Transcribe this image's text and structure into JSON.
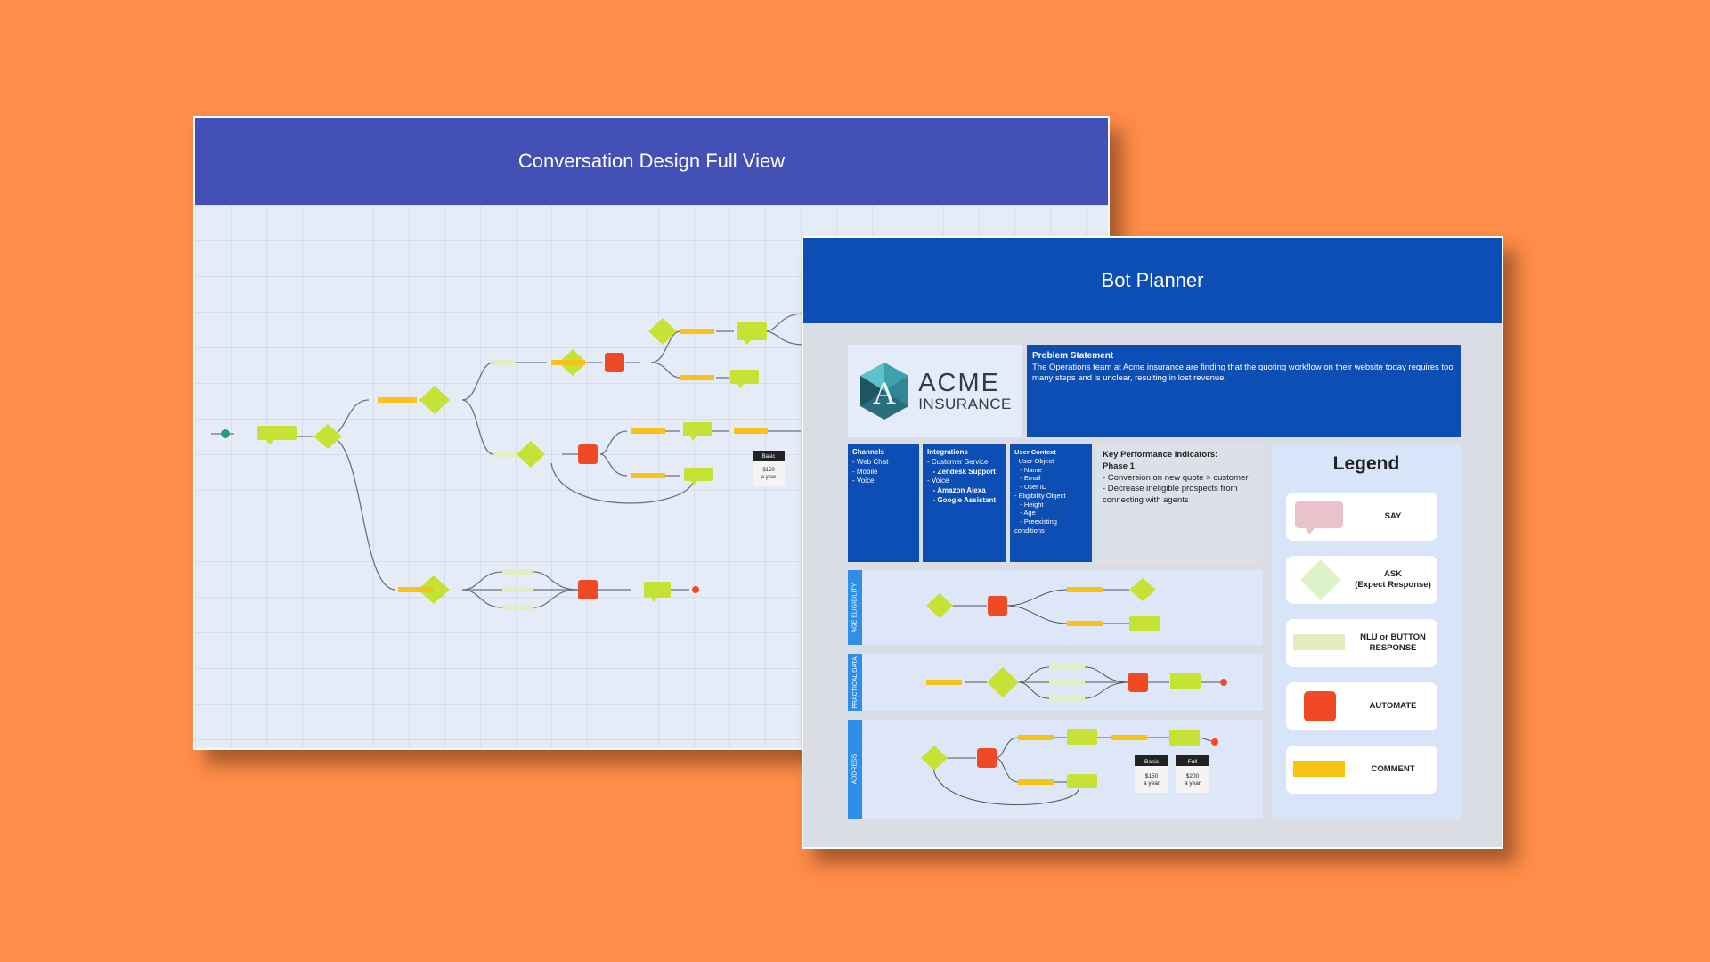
{
  "full_view": {
    "title": "Conversation Design Full View"
  },
  "planner": {
    "title": "Bot Planner",
    "logo": {
      "brand": "ACME",
      "sub": "INSURANCE",
      "letter": "A"
    },
    "problem": {
      "title": "Problem Statement",
      "text": " The Operations team at Acme insurance are finding that the quoting workflow on their website today requires too many steps and is unclear, resulting in lost revenue."
    },
    "channels": {
      "title": "Channels",
      "lines": [
        "- Web Chat",
        "- Mobile",
        "- Voice"
      ]
    },
    "integrations": {
      "title": "Integrations",
      "lines": [
        "- Customer Service",
        "   - Zendesk Support",
        "- Voice",
        "   - Amazon Alexa",
        "   - Google Assistant"
      ]
    },
    "user_context": {
      "title": "User Context",
      "lines": [
        "- User Object",
        "   - Name",
        "   - Email",
        "   - User ID",
        "- Eligibility Object",
        "   - Height",
        "   - Age",
        "   - Preexisting",
        "conditions"
      ]
    },
    "kpi": {
      "title": "Key Performance Indicators:",
      "subtitle": "Phase 1",
      "items": [
        "   - Conversion on new quote > customer",
        "   - Decrease ineligible prospects from connecting with agents"
      ]
    },
    "lanes": [
      "AGE ELIGIBILITY",
      "PRACTICAL DATA",
      "ADDRESS"
    ],
    "plans": [
      {
        "name": "Basic",
        "price": "$150",
        "period": "a year"
      },
      {
        "name": "Full",
        "price": "$200",
        "period": "a year"
      }
    ],
    "legend": {
      "title": "Legend",
      "items": [
        {
          "label": "SAY",
          "color": "#E9C2CB"
        },
        {
          "label": "ASK\n(Expect Response)",
          "color": "#DDF2C8"
        },
        {
          "label": "NLU or BUTTON\nRESPONSE",
          "color": "#E2EDC2"
        },
        {
          "label": "AUTOMATE",
          "color": "#F04A25"
        },
        {
          "label": "COMMENT",
          "color": "#F5C416"
        }
      ]
    }
  },
  "full_view_plan": {
    "name": "Basic",
    "price": "$150",
    "period": "a year"
  },
  "colors": {
    "background": "#FF8C48",
    "full_view_header": "#4350B6",
    "planner_header": "#0C4EB4",
    "ask": "#C6E335",
    "automate": "#F04A25",
    "comment": "#F5C416",
    "lane_tab": "#2F8FE8"
  }
}
